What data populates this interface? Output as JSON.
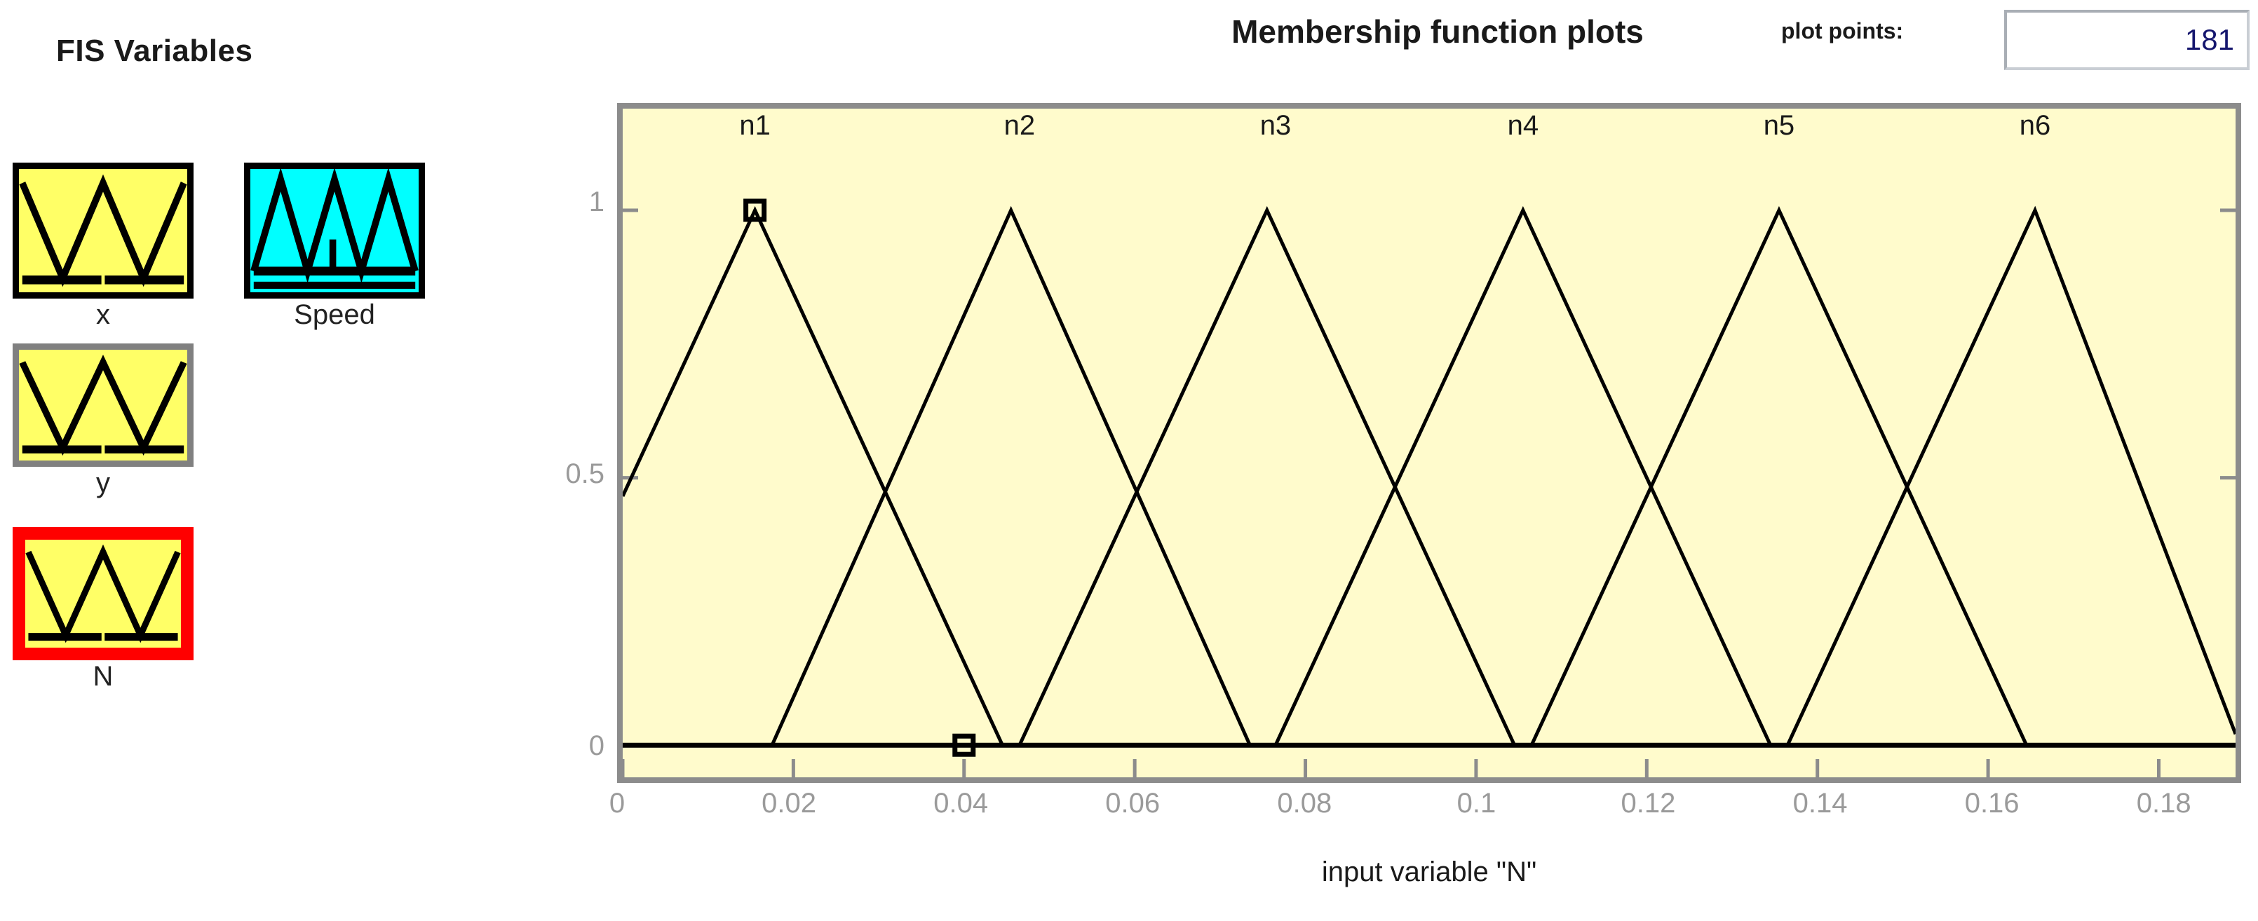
{
  "fis_panel": {
    "title": "FIS Variables",
    "variables": [
      {
        "name": "x",
        "label": "x",
        "kind": "input",
        "fill": "#FFFF66",
        "border": "#000000",
        "selected": false,
        "mf_count": 3
      },
      {
        "name": "Speed",
        "label": "Speed",
        "kind": "output",
        "fill": "#00FFFF",
        "border": "#000000",
        "selected": false,
        "mf_count": 3
      },
      {
        "name": "y",
        "label": "y",
        "kind": "input",
        "fill": "#FFFF66",
        "border": "#808080",
        "selected": false,
        "mf_count": 3
      },
      {
        "name": "N",
        "label": "N",
        "kind": "input",
        "fill": "#FFFF66",
        "border": "#FF0000",
        "selected": true,
        "mf_count": 3
      }
    ]
  },
  "header": {
    "chart_title": "Membership function plots",
    "plot_points_label": "plot points:",
    "plot_points_value": "181"
  },
  "colors": {
    "plot_background": "#FFFBCC",
    "plot_border": "#8c8c8c",
    "curve": "#000000",
    "tick_label": "#9a9a9a",
    "selection": "#FF0000",
    "input_text": "#15166e"
  },
  "chart_data": {
    "type": "line",
    "title": "Membership function plots",
    "xlabel": "input variable \"N\"",
    "ylabel": "",
    "xlim": [
      0,
      0.189
    ],
    "ylim": [
      -0.06,
      1.19
    ],
    "grid": false,
    "legend": "none",
    "xticks": [
      0,
      0.02,
      0.04,
      0.06,
      0.08,
      0.1,
      0.12,
      0.14,
      0.16,
      0.18
    ],
    "xticklabels": [
      "0",
      "0.02",
      "0.04",
      "0.06",
      "0.08",
      "0.1",
      "0.12",
      "0.14",
      "0.16",
      "0.18"
    ],
    "yticks": [
      0,
      0.5,
      1
    ],
    "yticklabels": [
      "0",
      "0.5",
      "1"
    ],
    "series": [
      {
        "name": "n1",
        "type": "trimf",
        "params": [
          -0.0135,
          0.0155,
          0.0445
        ],
        "label_x": 0.0155
      },
      {
        "name": "n2",
        "type": "trimf",
        "params": [
          0.0175,
          0.0455,
          0.0735
        ],
        "label_x": 0.0465
      },
      {
        "name": "n3",
        "type": "trimf",
        "params": [
          0.0465,
          0.0755,
          0.1045
        ],
        "label_x": 0.0765
      },
      {
        "name": "n4",
        "type": "trimf",
        "params": [
          0.0765,
          0.1055,
          0.1345
        ],
        "label_x": 0.1055
      },
      {
        "name": "n5",
        "type": "trimf",
        "params": [
          0.1065,
          0.1355,
          0.1645
        ],
        "label_x": 0.1355
      },
      {
        "name": "n6",
        "type": "trimf",
        "params": [
          0.1365,
          0.1655,
          0.1895
        ],
        "label_x": 0.1655
      }
    ],
    "selected_series": "n1",
    "selection_handles": [
      {
        "x": 0.0155,
        "y": 1
      },
      {
        "x": 0.04,
        "y": 0
      }
    ],
    "baseline_y": 0
  }
}
